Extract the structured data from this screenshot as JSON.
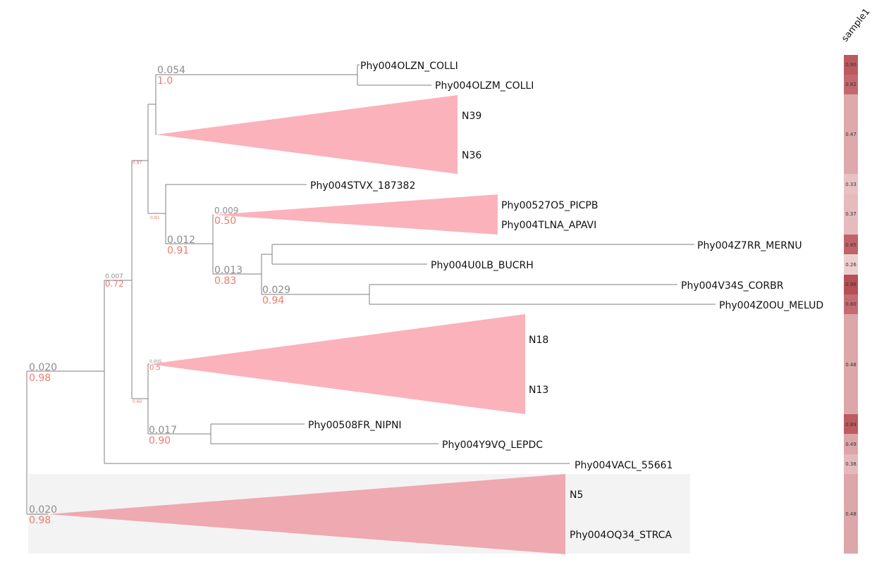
{
  "column_header": "sample1",
  "colors": {
    "branch": "#7f7f7f",
    "collapsed_fill": "#fbb2ba",
    "collapsed_fill_highlight": "#efa9b0",
    "highlight_bg": "#f3f3f3",
    "support_text": "#ee7b6c",
    "distance_text": "#8c8c8c",
    "heatmap_low": "#f2dada",
    "heatmap_high": "#b4484f"
  },
  "leaves": [
    {
      "id": "l1",
      "label": "Phy004OLZN_COLLI"
    },
    {
      "id": "l2",
      "label": "Phy004OLZM_COLLI"
    },
    {
      "id": "c1a",
      "label": "N39"
    },
    {
      "id": "c1b",
      "label": "N36"
    },
    {
      "id": "l3",
      "label": "Phy004STVX_187382"
    },
    {
      "id": "c2a",
      "label": "Phy00527O5_PICPB"
    },
    {
      "id": "c2b",
      "label": "Phy004TLNA_APAVI"
    },
    {
      "id": "l4",
      "label": "Phy004Z7RR_MERNU"
    },
    {
      "id": "l5",
      "label": "Phy004U0LB_BUCRH"
    },
    {
      "id": "l6",
      "label": "Phy004V34S_CORBR"
    },
    {
      "id": "l7",
      "label": "Phy004Z0OU_MELUD"
    },
    {
      "id": "c3a",
      "label": "N18"
    },
    {
      "id": "c3b",
      "label": "N13"
    },
    {
      "id": "l8",
      "label": "Phy00508FR_NIPNI"
    },
    {
      "id": "l9",
      "label": "Phy004Y9VQ_LEPDC"
    },
    {
      "id": "l10",
      "label": "Phy004VACL_55661"
    },
    {
      "id": "c4a",
      "label": "N5"
    },
    {
      "id": "c4b",
      "label": "Phy004OQ34_STRCA"
    }
  ],
  "node_labels": [
    {
      "id": "n_olz",
      "distance": "0.054",
      "support": "1.0"
    },
    {
      "id": "n_root",
      "distance": "0.020",
      "support": "0.98"
    },
    {
      "id": "n_b",
      "distance": "0.007",
      "support": "0.72"
    },
    {
      "id": "n_c",
      "support": "0.87"
    },
    {
      "id": "n_f",
      "support": "0.81"
    },
    {
      "id": "n_g",
      "distance": "0.012",
      "support": "0.91"
    },
    {
      "id": "n_h",
      "distance": "0.009",
      "support": "0.50"
    },
    {
      "id": "n_i",
      "distance": "0.013",
      "support": "0.83"
    },
    {
      "id": "n_k",
      "distance": "0.029",
      "support": "0.94"
    },
    {
      "id": "n_l",
      "support": "0.60"
    },
    {
      "id": "n_m",
      "distance": "0.005",
      "support": "0.5"
    },
    {
      "id": "n_n",
      "distance": "0.017",
      "support": "0.90"
    },
    {
      "id": "n_s",
      "distance": "0.020",
      "support": "0.98"
    }
  ],
  "heatmap": {
    "column": "sample1",
    "cells": [
      {
        "value": 0.9,
        "label": "0.90"
      },
      {
        "value": 0.82,
        "label": "0.82"
      },
      {
        "value": 0.47,
        "label": "0.47"
      },
      {
        "value": 0.33,
        "label": "0.33"
      },
      {
        "value": 0.37,
        "label": "0.37"
      },
      {
        "value": 0.85,
        "label": "0.85"
      },
      {
        "value": 0.26,
        "label": "0.26"
      },
      {
        "value": 0.96,
        "label": "0.96"
      },
      {
        "value": 0.8,
        "label": "0.80"
      },
      {
        "value": 0.48,
        "label": "0.48"
      },
      {
        "value": 0.89,
        "label": "0.89"
      },
      {
        "value": 0.49,
        "label": "0.49"
      },
      {
        "value": 0.38,
        "label": "0.38"
      },
      {
        "value": 0.48,
        "label": "0.48"
      }
    ]
  }
}
